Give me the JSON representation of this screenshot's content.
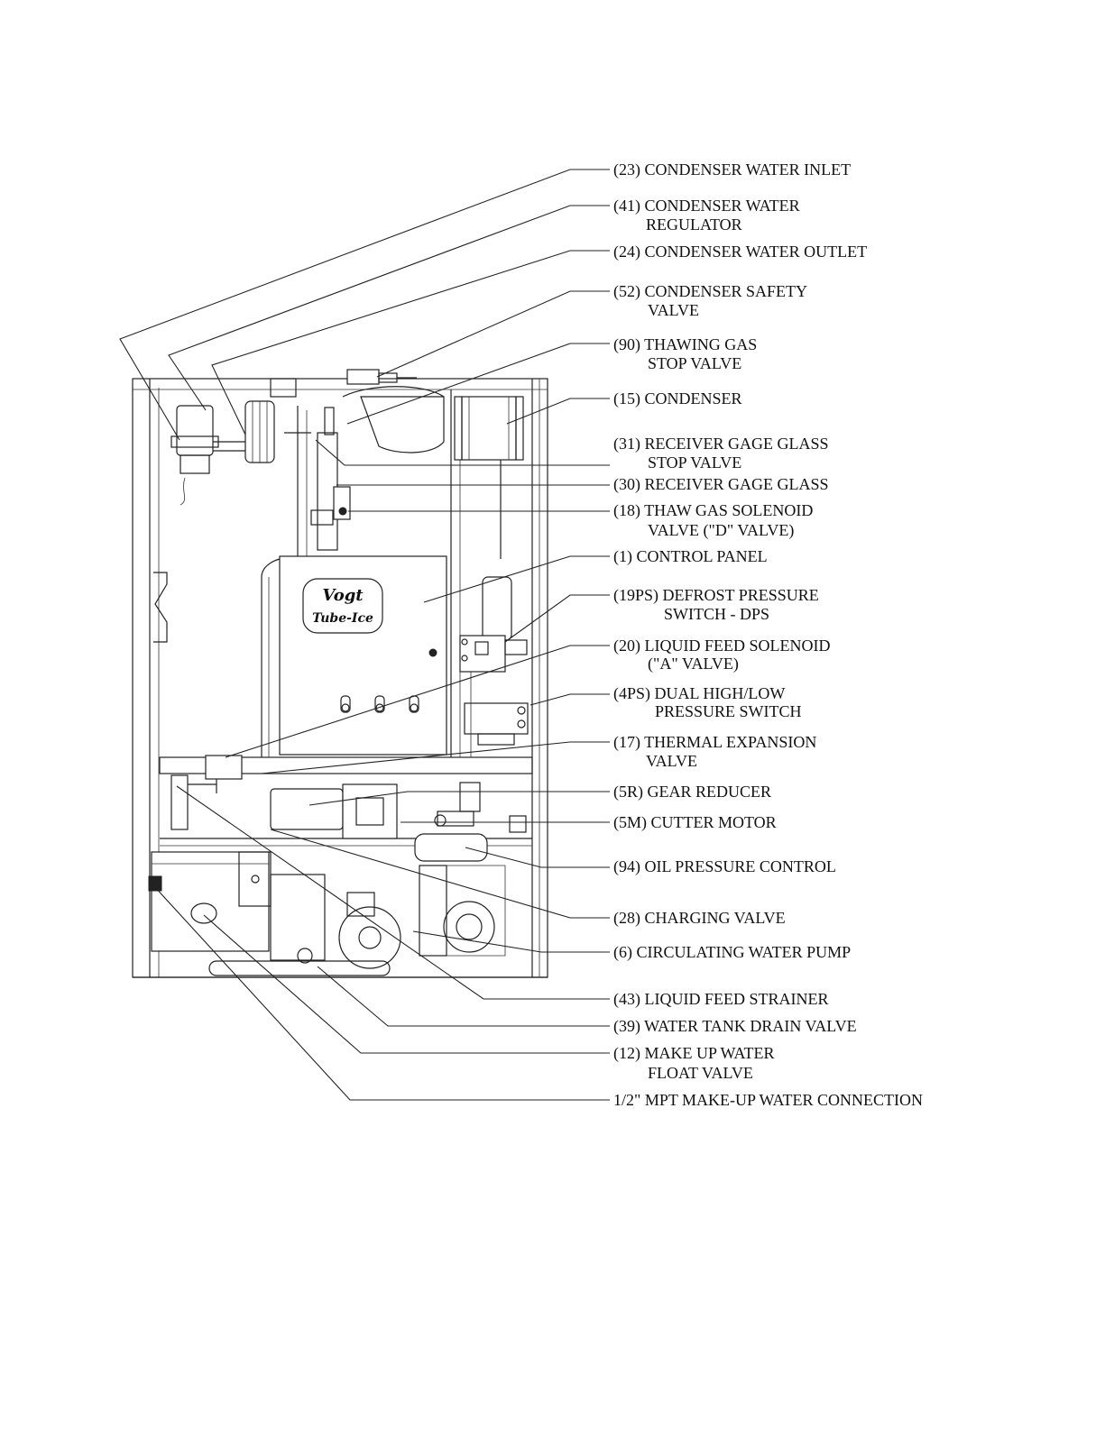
{
  "brand": {
    "logo_line1": "Vogt",
    "logo_line2": "Tube-Ice"
  },
  "callouts": [
    {
      "id": "23",
      "line1": "(23) CONDENSER WATER  INLET",
      "line2": ""
    },
    {
      "id": "41",
      "line1": "(41) CONDENSER WATER",
      "line2": "REGULATOR"
    },
    {
      "id": "24",
      "line1": "(24) CONDENSER WATER  OUTLET",
      "line2": ""
    },
    {
      "id": "52",
      "line1": "(52) CONDENSER SAFETY",
      "line2": "VALVE"
    },
    {
      "id": "90",
      "line1": "(90) THAWING GAS",
      "line2": "STOP VALVE"
    },
    {
      "id": "15",
      "line1": "(15) CONDENSER",
      "line2": ""
    },
    {
      "id": "31",
      "line1": "(31) RECEIVER GAGE GLASS",
      "line2": "STOP VALVE"
    },
    {
      "id": "30",
      "line1": "(30) RECEIVER GAGE GLASS",
      "line2": ""
    },
    {
      "id": "18",
      "line1": "(18) THAW GAS SOLENOID",
      "line2": "VALVE (\"D\" VALVE)"
    },
    {
      "id": "1",
      "line1": "(1) CONTROL PANEL",
      "line2": ""
    },
    {
      "id": "19PS",
      "line1": "(19PS) DEFROST PRESSURE",
      "line2": "SWITCH - DPS"
    },
    {
      "id": "20",
      "line1": "(20) LIQUID FEED SOLENOID",
      "line2": "(\"A\" VALVE)"
    },
    {
      "id": "4PS",
      "line1": "(4PS) DUAL HIGH/LOW",
      "line2": "PRESSURE SWITCH"
    },
    {
      "id": "17",
      "line1": "(17) THERMAL EXPANSION",
      "line2": "VALVE"
    },
    {
      "id": "5R",
      "line1": "(5R) GEAR REDUCER",
      "line2": ""
    },
    {
      "id": "5M",
      "line1": "(5M) CUTTER MOTOR",
      "line2": ""
    },
    {
      "id": "94",
      "line1": "(94) OIL PRESSURE CONTROL",
      "line2": ""
    },
    {
      "id": "28",
      "line1": "(28) CHARGING VALVE",
      "line2": ""
    },
    {
      "id": "6",
      "line1": "(6) CIRCULATING WATER PUMP",
      "line2": ""
    },
    {
      "id": "43",
      "line1": "(43) LIQUID FEED  STRAINER",
      "line2": ""
    },
    {
      "id": "39",
      "line1": "(39) WATER TANK DRAIN VALVE",
      "line2": ""
    },
    {
      "id": "12",
      "line1": "(12) MAKE UP WATER",
      "line2": "FLOAT VALVE"
    },
    {
      "id": "mpt",
      "line1": "1/2\" MPT MAKE-UP WATER CONNECTION",
      "line2": ""
    }
  ]
}
